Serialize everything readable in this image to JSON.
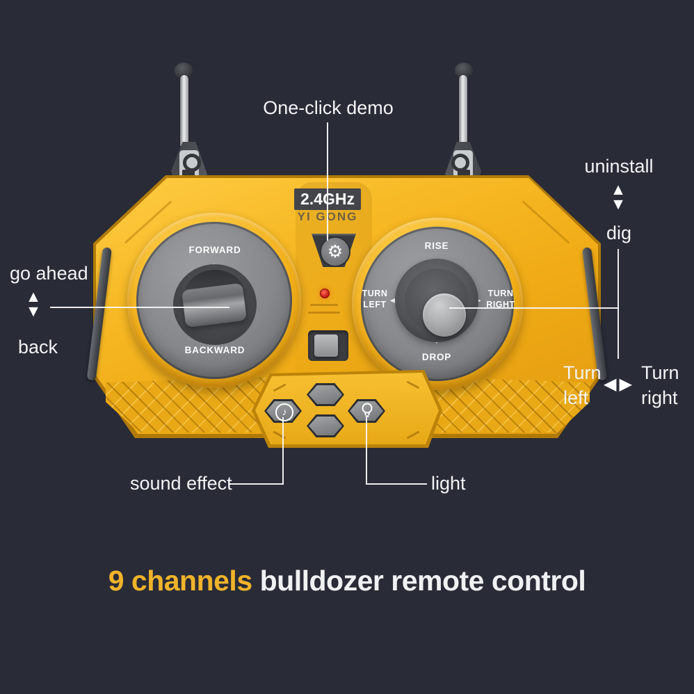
{
  "page": {
    "background": "#292b37"
  },
  "caption": {
    "highlight": "9 channels",
    "rest": "bulldozer remote control"
  },
  "callouts": {
    "one_click_demo": "One-click demo",
    "go_ahead": "go ahead",
    "back": "back",
    "uninstall": "uninstall",
    "dig": "dig",
    "turn_left": {
      "line1": "Turn",
      "line2": "left"
    },
    "turn_right": {
      "line1": "Turn",
      "line2": "right"
    },
    "sound_effect": "sound effect",
    "light": "light"
  },
  "remote": {
    "frequency": "2.4GHz",
    "brand": "YI GONG",
    "left_pad": {
      "up_label": "FORWARD",
      "down_label": "BACKWARD"
    },
    "right_pad": {
      "up_label": "RISE",
      "down_label": "DROP",
      "left_label": "TURN LEFT",
      "right_label": "TURN RIGHT"
    }
  },
  "icons": {
    "arrow_up": "▲",
    "arrow_down": "▼",
    "arrow_left": "◀",
    "arrow_right": "▶",
    "gear": "⚙",
    "music_note": "♪"
  },
  "colors": {
    "body_yellow": "#f2b31e",
    "caption_highlight": "#f0b32a",
    "caption_text": "#f0f1f3",
    "annotation_text": "#f2f3f5",
    "led_red": "#d01e10"
  }
}
